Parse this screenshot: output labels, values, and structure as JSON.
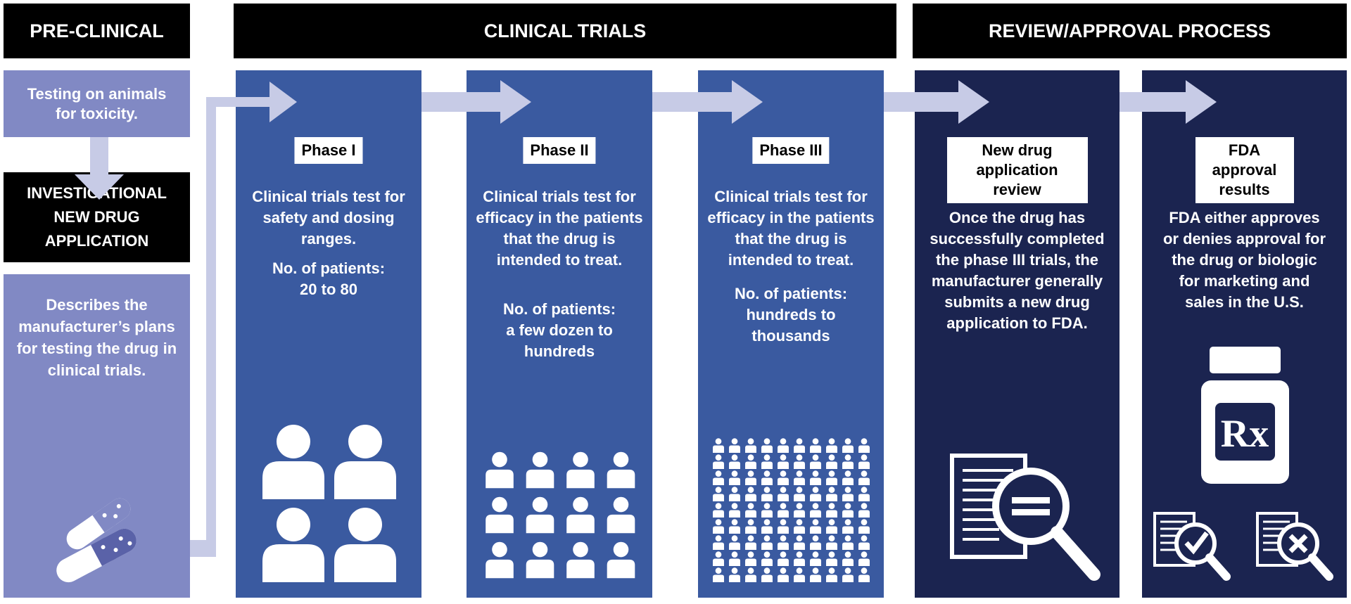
{
  "headers": {
    "preclinical": "PRE-CLINICAL",
    "clinical": "CLINICAL TRIALS",
    "review": "REVIEW/APPROVAL PROCESS"
  },
  "preclinical": {
    "testing": "Testing on  animals for toxicity.",
    "ind_title": "INVESTIGATIONAL NEW DRUG APPLICATION",
    "ind_desc": "Describes the manufacturer’s plans for testing the drug in clinical trials."
  },
  "phases": [
    {
      "label": "Phase I",
      "desc": "Clinical trials test for safety and dosing ranges.",
      "patients_label": "No. of patients:",
      "patients": "20 to 80"
    },
    {
      "label": "Phase II",
      "desc": "Clinical trials test for efficacy in the patients that the drug is intended to treat.",
      "patients_label": "No. of patients:",
      "patients": "a few dozen to hundreds"
    },
    {
      "label": "Phase III",
      "desc": "Clinical trials test for efficacy in the patients that the drug is intended to treat.",
      "patients_label": "No. of patients:",
      "patients": "hundreds to thousands"
    }
  ],
  "review": {
    "nda_label": "New drug application review",
    "nda_desc": "Once the drug has successfully completed the phase III trials, the manufacturer generally submits a new drug application to FDA.",
    "fda_label": "FDA approval results",
    "fda_desc": "FDA either approves or denies approval for the drug or biologic for marketing and sales in the U.S.",
    "rx_symbol": "Rx"
  },
  "colors": {
    "header": "#000000",
    "light_panel": "#8189c4",
    "phase_panel": "#3a5aa0",
    "review_panel": "#1b2450",
    "arrow": "#c7cbe6"
  },
  "icons": [
    "capsule-pills-icon",
    "patient-group-icon",
    "document-magnifier-icon",
    "prescription-bottle-icon",
    "approved-document-icon",
    "denied-document-icon"
  ]
}
